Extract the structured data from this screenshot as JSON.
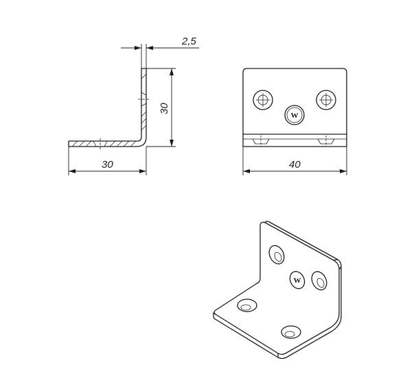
{
  "drawing": {
    "side_view": {
      "thickness_label": "2,5",
      "height_label": "30",
      "width_label": "30"
    },
    "front_view": {
      "width_label": "40",
      "logo_glyph": "W"
    },
    "iso_view": {
      "logo_glyph": "W"
    }
  }
}
